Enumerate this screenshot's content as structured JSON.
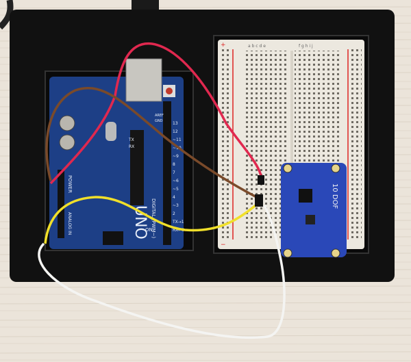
{
  "photo": {
    "arduino": {
      "brand_mark": "UNO",
      "label_digital": "DIGITAL (PWM~)",
      "label_power": "POWER",
      "label_analog": "ANALOG IN",
      "label_on": "ON",
      "label_tx": "TX",
      "label_rx": "RX",
      "label_aref": "AREF",
      "label_gnd": "GND",
      "pin_numbers": [
        "13",
        "12",
        "~11",
        "~10",
        "~9",
        "8",
        "7",
        "~6",
        "~5",
        "4",
        "~3",
        "2",
        "TX→1",
        "RX←0"
      ]
    },
    "breadboard": {
      "column_letters_left": "a b c d e",
      "column_letters_right": "f g h i j",
      "rail_plus": "+",
      "rail_minus": "−"
    },
    "sensor": {
      "label": "10 DOF"
    },
    "colors": {
      "floor": "#e9e2d8",
      "tray": "#111111",
      "arduino_pcb": "#1d3f86",
      "breadboard": "#ece8df",
      "sensor_pcb": "#2a48b8",
      "wire_red": "#e0284f",
      "wire_brown": "#7a4a2a",
      "wire_yellow": "#f0df2a",
      "wire_white": "#f4f4f2"
    }
  }
}
